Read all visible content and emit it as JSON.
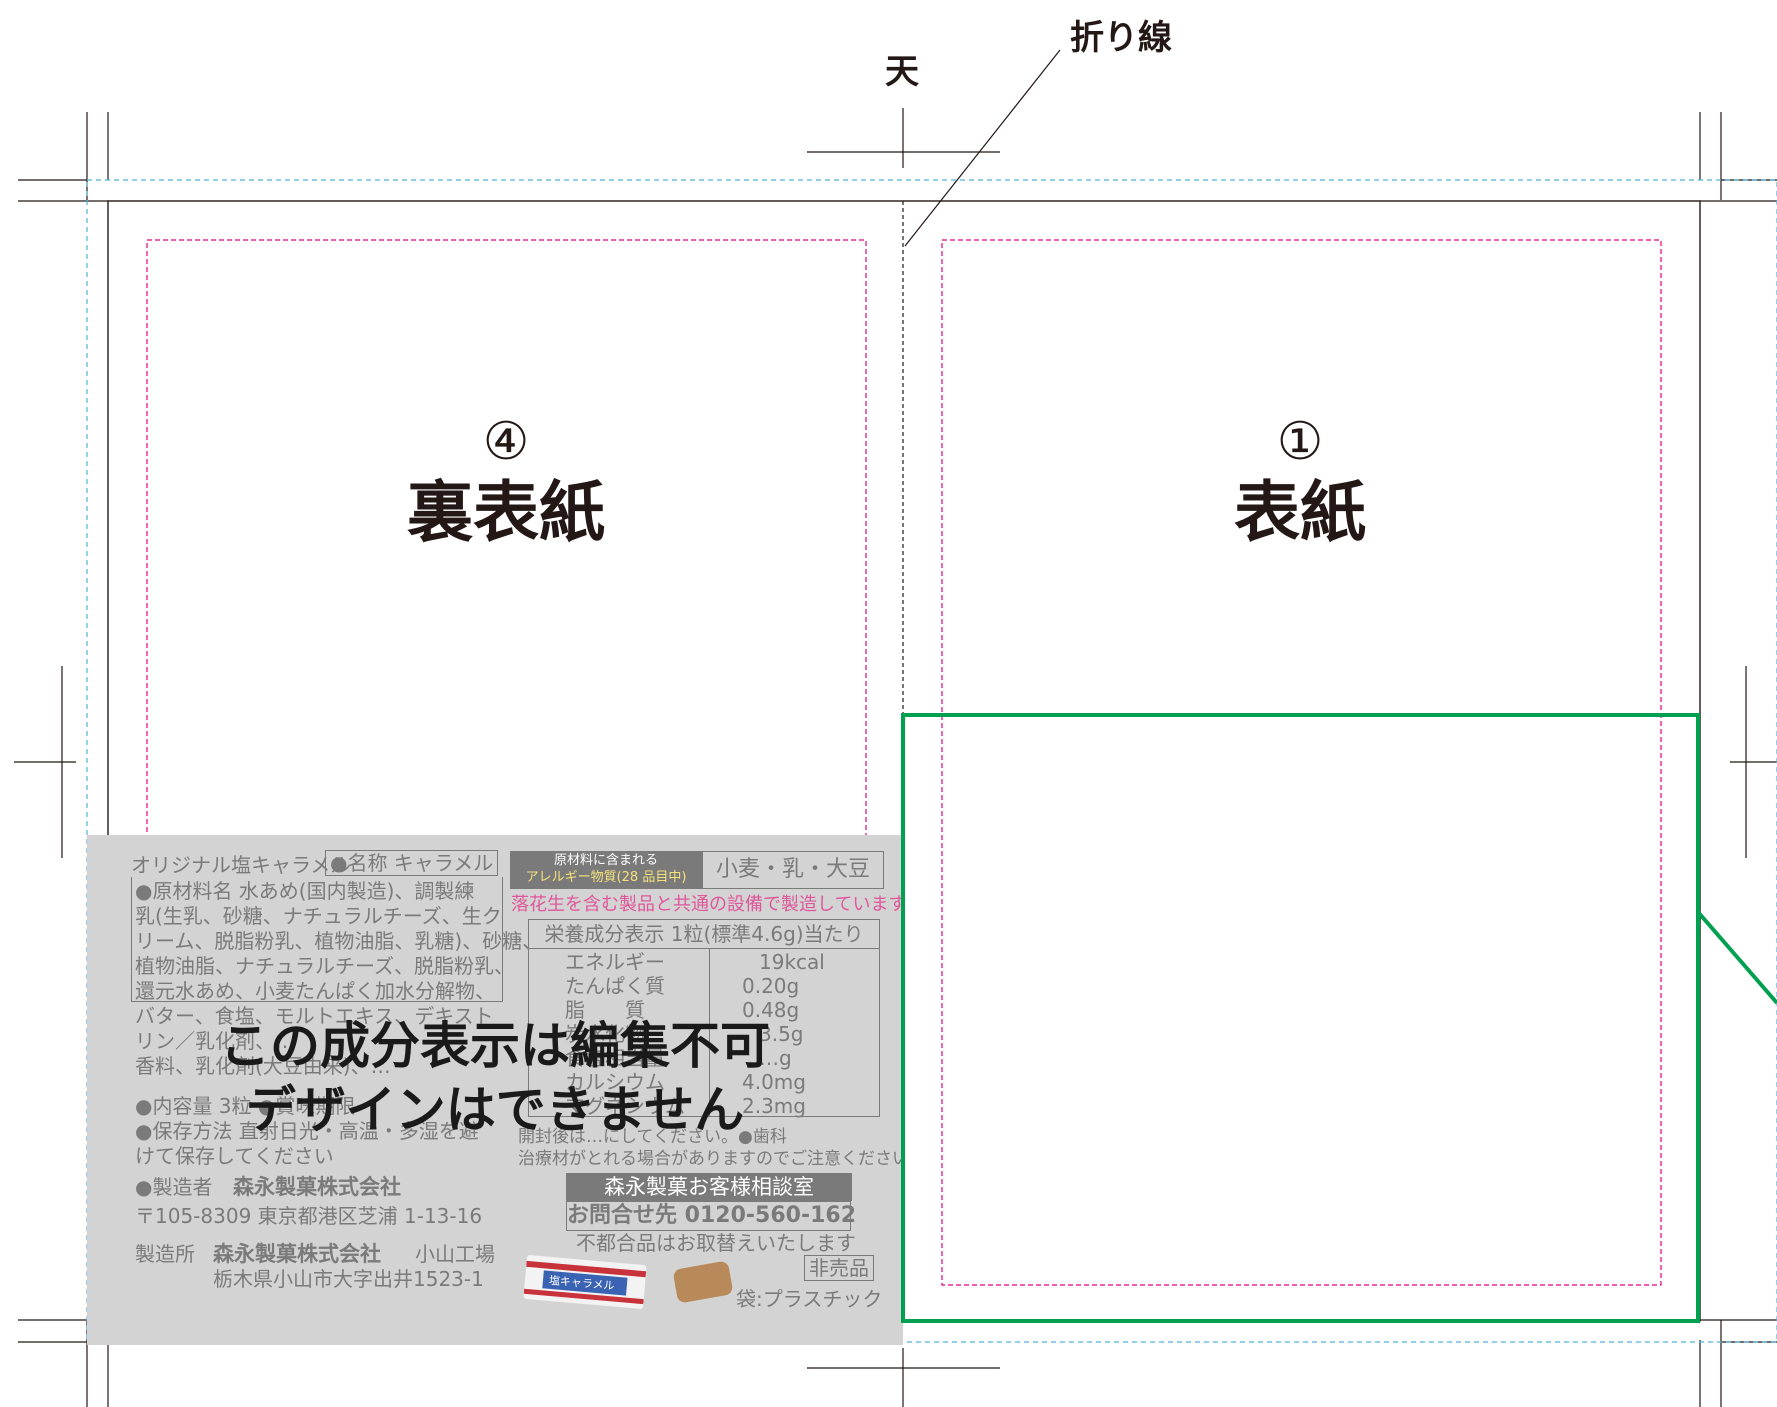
{
  "header": {
    "top_mark": "天",
    "fold_line_label": "折り線"
  },
  "panels": {
    "back_cover": {
      "number": "④",
      "name": "裏表紙"
    },
    "front_cover": {
      "number": "①",
      "name": "表紙"
    }
  },
  "label": {
    "product_line": "オリジナル塩キャラメル",
    "name_field": "●名称 キャラメル",
    "ingredients": [
      "●原材料名 水あめ(国内製造)、調製練",
      "乳(生乳、砂糖、ナチュラルチーズ、生ク",
      "リーム、脱脂粉乳、植物油脂、乳糖)、砂糖、",
      "植物油脂、ナチュラルチーズ、脱脂粉乳、",
      "還元水あめ、小麦たんぱく加水分解物、",
      "バター、食塩、モルトエキス、デキスト",
      "リン／乳化剤、…",
      "香料、乳化剤(大豆由来)、…"
    ],
    "content_line": "●内容量 3粒 ●賞味期限",
    "storage_line": "●保存方法 直射日光・高温・多湿を避",
    "storage_line2": "けて保存してください",
    "maker_label": "●製造者",
    "maker_name": "森永製菓株式会社",
    "maker_address": "〒105-8309 東京都港区芝浦 1-13-16",
    "plant_label": "製造所",
    "plant_name": "森永製菓株式会社",
    "plant_site": "小山工場",
    "plant_address": "栃木県小山市大字出井1523-1",
    "allergy_tag_line1": "原材料に含まれる",
    "allergy_tag_line2": "アレルギー物質(28 品目中)",
    "allergy_value": "小麦・乳・大豆",
    "allergy_note": "落花生を含む製品と共通の設備で製造しています。",
    "nutrition_header": "栄養成分表示 1粒(標準4.6g)当たり",
    "nutrition_rows": [
      {
        "name": "エネルギー",
        "value": "19kcal"
      },
      {
        "name": "たんぱく質",
        "value": "0.20g"
      },
      {
        "name": "脂　　質",
        "value": "0.48g"
      },
      {
        "name": "炭水化物",
        "value": "3.5g"
      },
      {
        "name": "食塩相当量",
        "value": "…g"
      },
      {
        "name": "カルシウム",
        "value": "4.0mg"
      },
      {
        "name": "マグネシウム",
        "value": "2.3mg"
      }
    ],
    "caution_line1": "開封後は…にしてください。●歯科",
    "caution_line2": "治療材がとれる場合がありますのでご注意ください。",
    "consult_title": "森永製菓お客様相談室",
    "consult_phone": "お問合せ先 0120-560-162",
    "consult_note": "不都合品はお取替えいたします",
    "not_for_sale": "非売品",
    "material": "袋:プラスチック",
    "candy_wrapper_text": "塩キャラメル"
  },
  "overlay_notice": {
    "line1": "この成分表示は編集不可",
    "line2": "デザインはできません"
  },
  "colors": {
    "trim_line": "#231815",
    "bleed_guide": "#4fb4d8",
    "safe_area": "#e4007f",
    "highlight_frame": "#00a051",
    "label_bg": "#d3d3d3",
    "label_text": "#7a7a7a"
  }
}
